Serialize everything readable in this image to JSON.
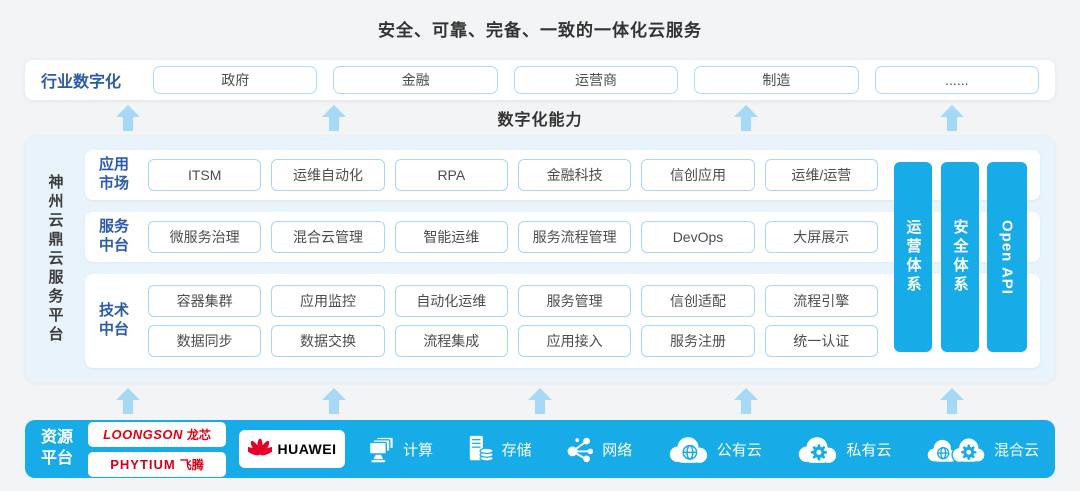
{
  "title": "安全、可靠、完备、一致的一体化云服务",
  "colors": {
    "primary_blue": "#17ace8",
    "arrow_blue": "#a6d9f6",
    "panel_blue": "#e8f3fb",
    "label_blue": "#2a5ca8",
    "loongson_red": "#e60012",
    "huawei_red": "#e4002b",
    "text_dark": "#333333",
    "text_box": "#4d4d4d"
  },
  "industry_row": {
    "label": "行业数字化",
    "items": [
      "政府",
      "金融",
      "运营商",
      "制造",
      "......"
    ]
  },
  "capability_band": {
    "label": "数字化能力"
  },
  "platform": {
    "name": "神州云鼎云服务平台",
    "rows": [
      {
        "label": "应用市场",
        "items": [
          "ITSM",
          "运维自动化",
          "RPA",
          "金融科技",
          "信创应用",
          "运维/运营"
        ]
      },
      {
        "label": "服务中台",
        "items": [
          "微服务治理",
          "混合云管理",
          "智能运维",
          "服务流程管理",
          "DevOps",
          "大屏展示"
        ]
      },
      {
        "label": "技术中台",
        "items_row1": [
          "容器集群",
          "应用监控",
          "自动化运维",
          "服务管理",
          "信创适配",
          "流程引擎"
        ],
        "items_row2": [
          "数据同步",
          "数据交换",
          "流程集成",
          "应用接入",
          "服务注册",
          "统一认证"
        ]
      }
    ],
    "pillars": [
      "运营体系",
      "安全体系",
      "Open API"
    ]
  },
  "resource_platform": {
    "label": "资源平台",
    "vendors": {
      "loongson": {
        "en": "LOONGSON",
        "cn": "龙芯"
      },
      "phytium": {
        "en": "PHYTIUM",
        "cn": "飞腾"
      },
      "huawei": {
        "label": "HUAWEI"
      }
    },
    "resources": [
      {
        "name": "计算",
        "icon": "compute-icon"
      },
      {
        "name": "存储",
        "icon": "storage-icon"
      },
      {
        "name": "网络",
        "icon": "network-icon"
      },
      {
        "name": "公有云",
        "icon": "public-cloud-icon"
      },
      {
        "name": "私有云",
        "icon": "private-cloud-icon"
      },
      {
        "name": "混合云",
        "icon": "hybrid-cloud-icon"
      }
    ]
  }
}
